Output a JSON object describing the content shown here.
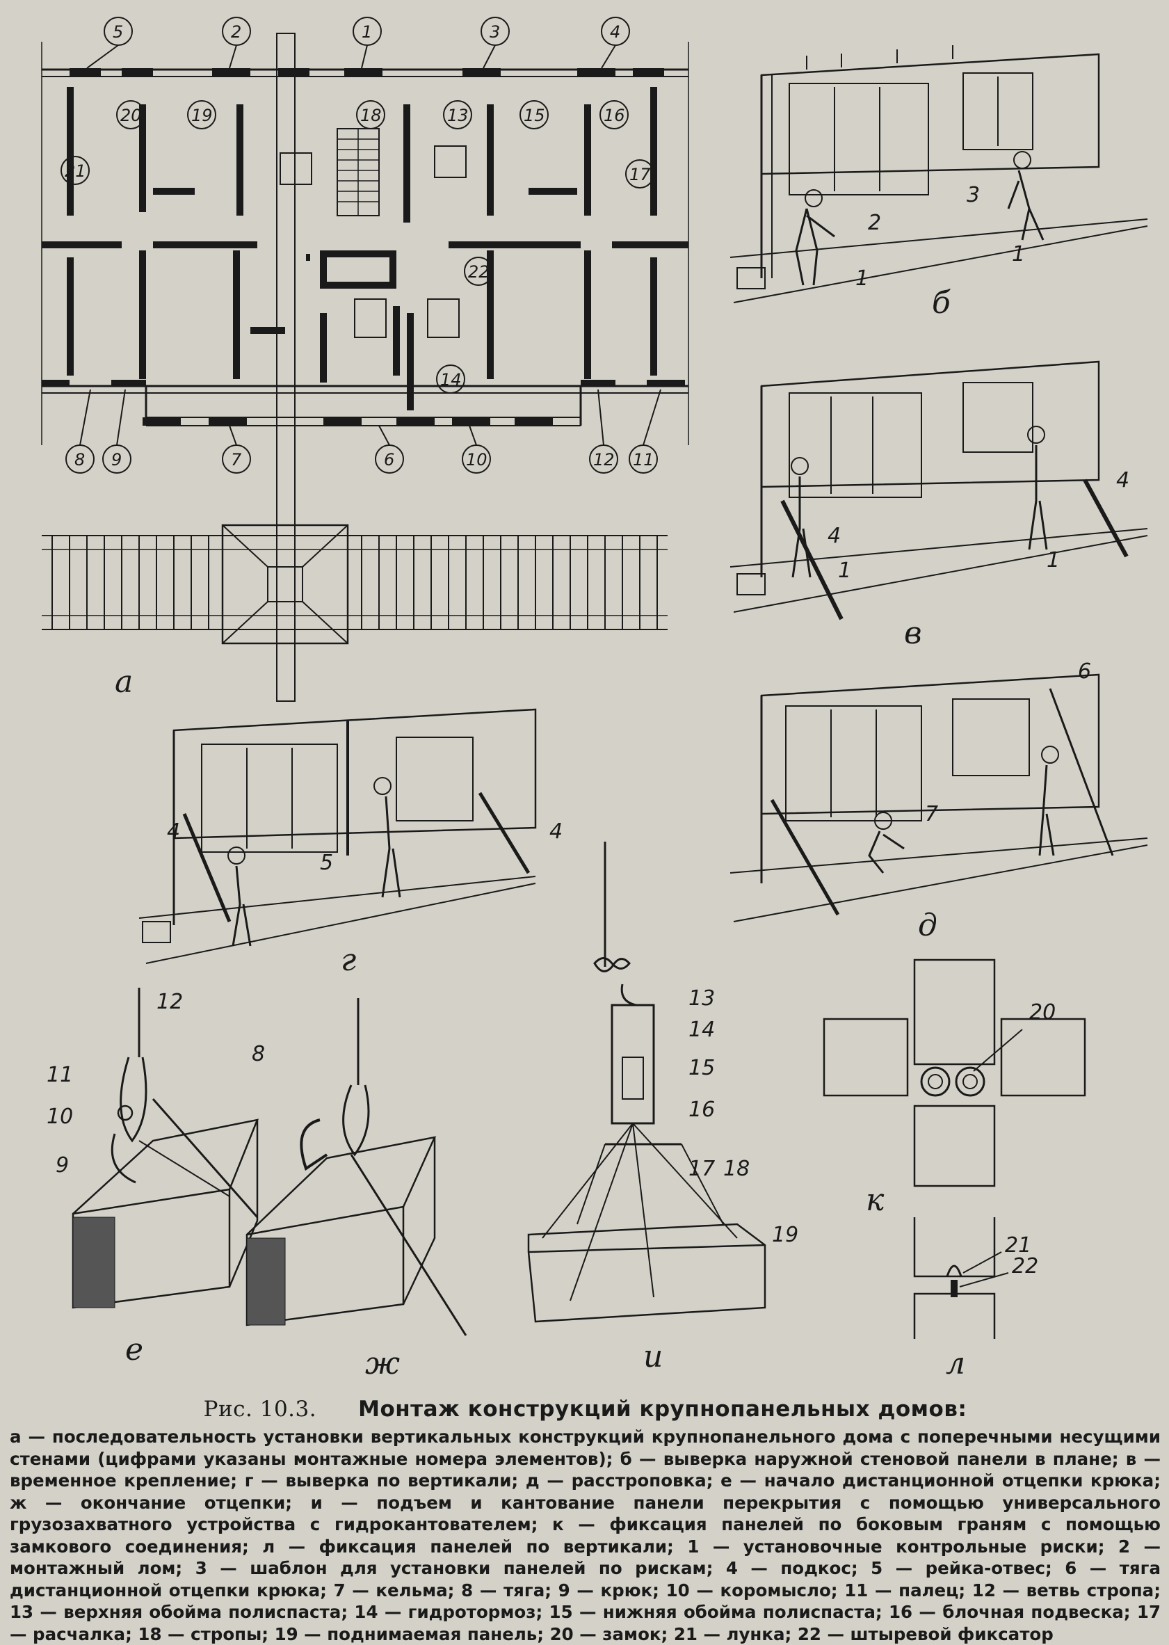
{
  "figure": {
    "plan_labels": [
      "5",
      "2",
      "1",
      "3",
      "4",
      "20",
      "19",
      "18",
      "13",
      "15",
      "16",
      "21",
      "17",
      "22",
      "14",
      "8",
      "9",
      "7",
      "6",
      "10",
      "12",
      "11"
    ],
    "sub_labels": {
      "a": "а",
      "b": "б",
      "v": "в",
      "g": "г",
      "d": "д",
      "e": "е",
      "zh": "ж",
      "i": "и",
      "k": "к",
      "l": "л"
    },
    "b_labels": [
      "2",
      "3",
      "1",
      "1"
    ],
    "v_labels": [
      "4",
      "4",
      "1",
      "1"
    ],
    "g_labels": [
      "4",
      "5",
      "4"
    ],
    "d_labels": [
      "6",
      "7"
    ],
    "e_labels": [
      "12",
      "8",
      "11",
      "10",
      "9"
    ],
    "i_labels": [
      "13",
      "14",
      "15",
      "16",
      "17",
      "18",
      "19"
    ],
    "k_labels": [
      "20"
    ],
    "l_labels": [
      "21",
      "22"
    ]
  },
  "caption": {
    "title_number": "Рис. 10.3.",
    "title_text": "Монтаж конструкций крупнопанельных домов:",
    "body": "а — последовательность установки вертикальных конструкций крупнопанельного дома с поперечными несущими стенами (цифрами указаны монтажные номера элементов); б — выверка наружной стеновой панели в плане; в — временное крепление; г — выверка по вертикали; д — расстроповка; е — начало дистанционной отцепки крюка; ж — окончание отцепки; и — подъем и кантование панели перекрытия с помощью универсального грузозахватного устройства с гидрокантователем; к — фиксация панелей по боковым граням с помощью замкового соединения; л — фиксация панелей по вертикали; 1 — установочные контрольные риски; 2 — монтажный лом; 3 — шаблон для установки панелей по рискам; 4 — подкос; 5 — рейка-отвес; 6 — тяга дистанционной отцепки крюка; 7 — кельма; 8 — тяга; 9 — крюк; 10 — коромысло; 11 — палец; 12 — ветвь стропа; 13 — верхняя обойма полиспаста; 14 — гидротормоз; 15 — нижняя обойма полиспаста; 16 — блочная подвеска; 17 — расчалка; 18 — стропы; 19 — поднимаемая панель; 20 — замок; 21 — лунка; 22 — штыревой фиксатор"
  }
}
